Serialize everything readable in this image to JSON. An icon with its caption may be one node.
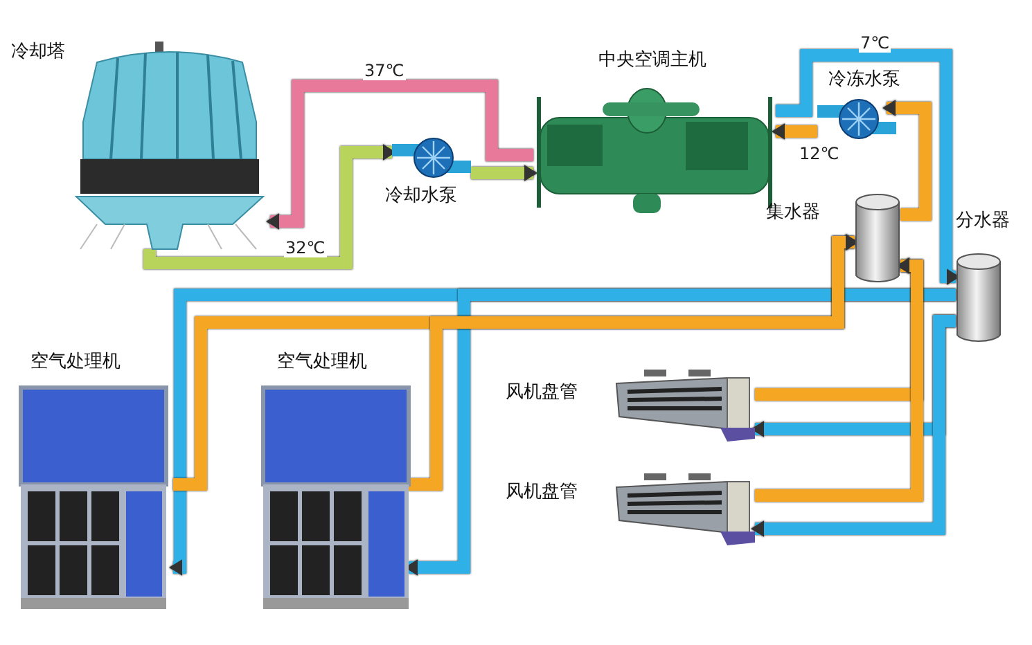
{
  "diagram": {
    "nodes": [
      {
        "text": [
          "冷却塔"
        ]
      },
      {
        "text": [
          "冷却水泵"
        ]
      },
      {
        "text": [
          "中央空调主机"
        ]
      },
      {
        "text": [
          "冷冻水泵"
        ]
      },
      {
        "text": [
          "集水器"
        ]
      },
      {
        "text": [
          "分水器"
        ]
      },
      {
        "text": [
          "空气处理机"
        ]
      },
      {
        "text": [
          "空气处理机"
        ]
      },
      {
        "text": [
          "风机盘管"
        ]
      },
      {
        "text": [
          "风机盘管"
        ]
      }
    ],
    "edges": [
      {
        "from": 2,
        "to": 0,
        "arrow": "to",
        "label": "37℃",
        "color": "#e8799a"
      },
      {
        "from": 0,
        "to": 1,
        "arrow": "to",
        "label": "32℃",
        "color": "#b8d45a"
      },
      {
        "from": 1,
        "to": 2,
        "arrow": "to",
        "color": "#b8d45a"
      },
      {
        "from": 2,
        "to": 5,
        "arrow": "to",
        "label": "7℃",
        "color": "#2fb0e6"
      },
      {
        "from": 3,
        "to": 2,
        "arrow": "to",
        "label": "12℃"
      },
      {
        "from": 4,
        "to": 3,
        "arrow": "to"
      },
      {
        "from": 5,
        "to": 6,
        "arrow": "to",
        "color": "#2fb0e6"
      },
      {
        "from": 5,
        "to": 7,
        "arrow": "to",
        "color": "#2fb0e6"
      },
      {
        "from": 5,
        "to": 8,
        "arrow": "to",
        "color": "#2fb0e6"
      },
      {
        "from": 5,
        "to": 9,
        "arrow": "to",
        "color": "#2fb0e6"
      },
      {
        "from": 6,
        "to": 4,
        "arrow": "to"
      },
      {
        "from": 7,
        "to": 4,
        "arrow": "to"
      },
      {
        "from": 8,
        "to": 4,
        "arrow": "to"
      },
      {
        "from": 9,
        "to": 4,
        "arrow": "to"
      }
    ]
  }
}
